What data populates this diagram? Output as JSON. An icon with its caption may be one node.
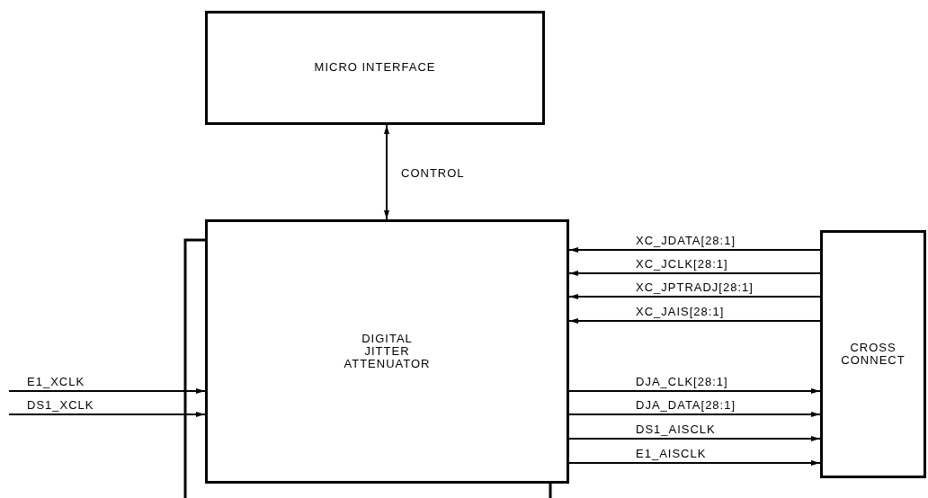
{
  "diagram": {
    "nodes": [
      {
        "text": [
          "MICRO INTERFACE"
        ]
      },
      {
        "text": [
          "DIGITAL JITTER ATTENUATOR"
        ]
      },
      {
        "text": [
          "CROSS CONNECT"
        ]
      }
    ],
    "edges": [
      {
        "from": 0,
        "to": 1,
        "arrow": "both",
        "label": "CONTROL"
      },
      {
        "from": 2,
        "to": 1,
        "arrow": "to",
        "label": "XC_JDATA[28:1]"
      },
      {
        "from": 2,
        "to": 1,
        "arrow": "to",
        "label": "XC_JCLK[28:1]"
      },
      {
        "from": 2,
        "to": 1,
        "arrow": "to",
        "label": "XC_JPTRADJ[28:1]"
      },
      {
        "from": 2,
        "to": 1,
        "arrow": "to",
        "label": "XC_JAIS[28:1]"
      },
      {
        "from": 1,
        "to": 2,
        "arrow": "to",
        "label": "DJA_CLK[28:1]"
      },
      {
        "from": 1,
        "to": 2,
        "arrow": "to",
        "label": "DJA_DATA[28:1]"
      },
      {
        "from": 1,
        "to": 2,
        "arrow": "to",
        "label": "DS1_AISCLK"
      },
      {
        "from": 1,
        "to": 2,
        "arrow": "to",
        "label": "E1_AISCLK"
      },
      {
        "from": null,
        "to": 1,
        "arrow": "to",
        "label": "E1_XCLK"
      },
      {
        "from": null,
        "to": 1,
        "arrow": "to",
        "label": "DS1_XCLK"
      }
    ]
  }
}
